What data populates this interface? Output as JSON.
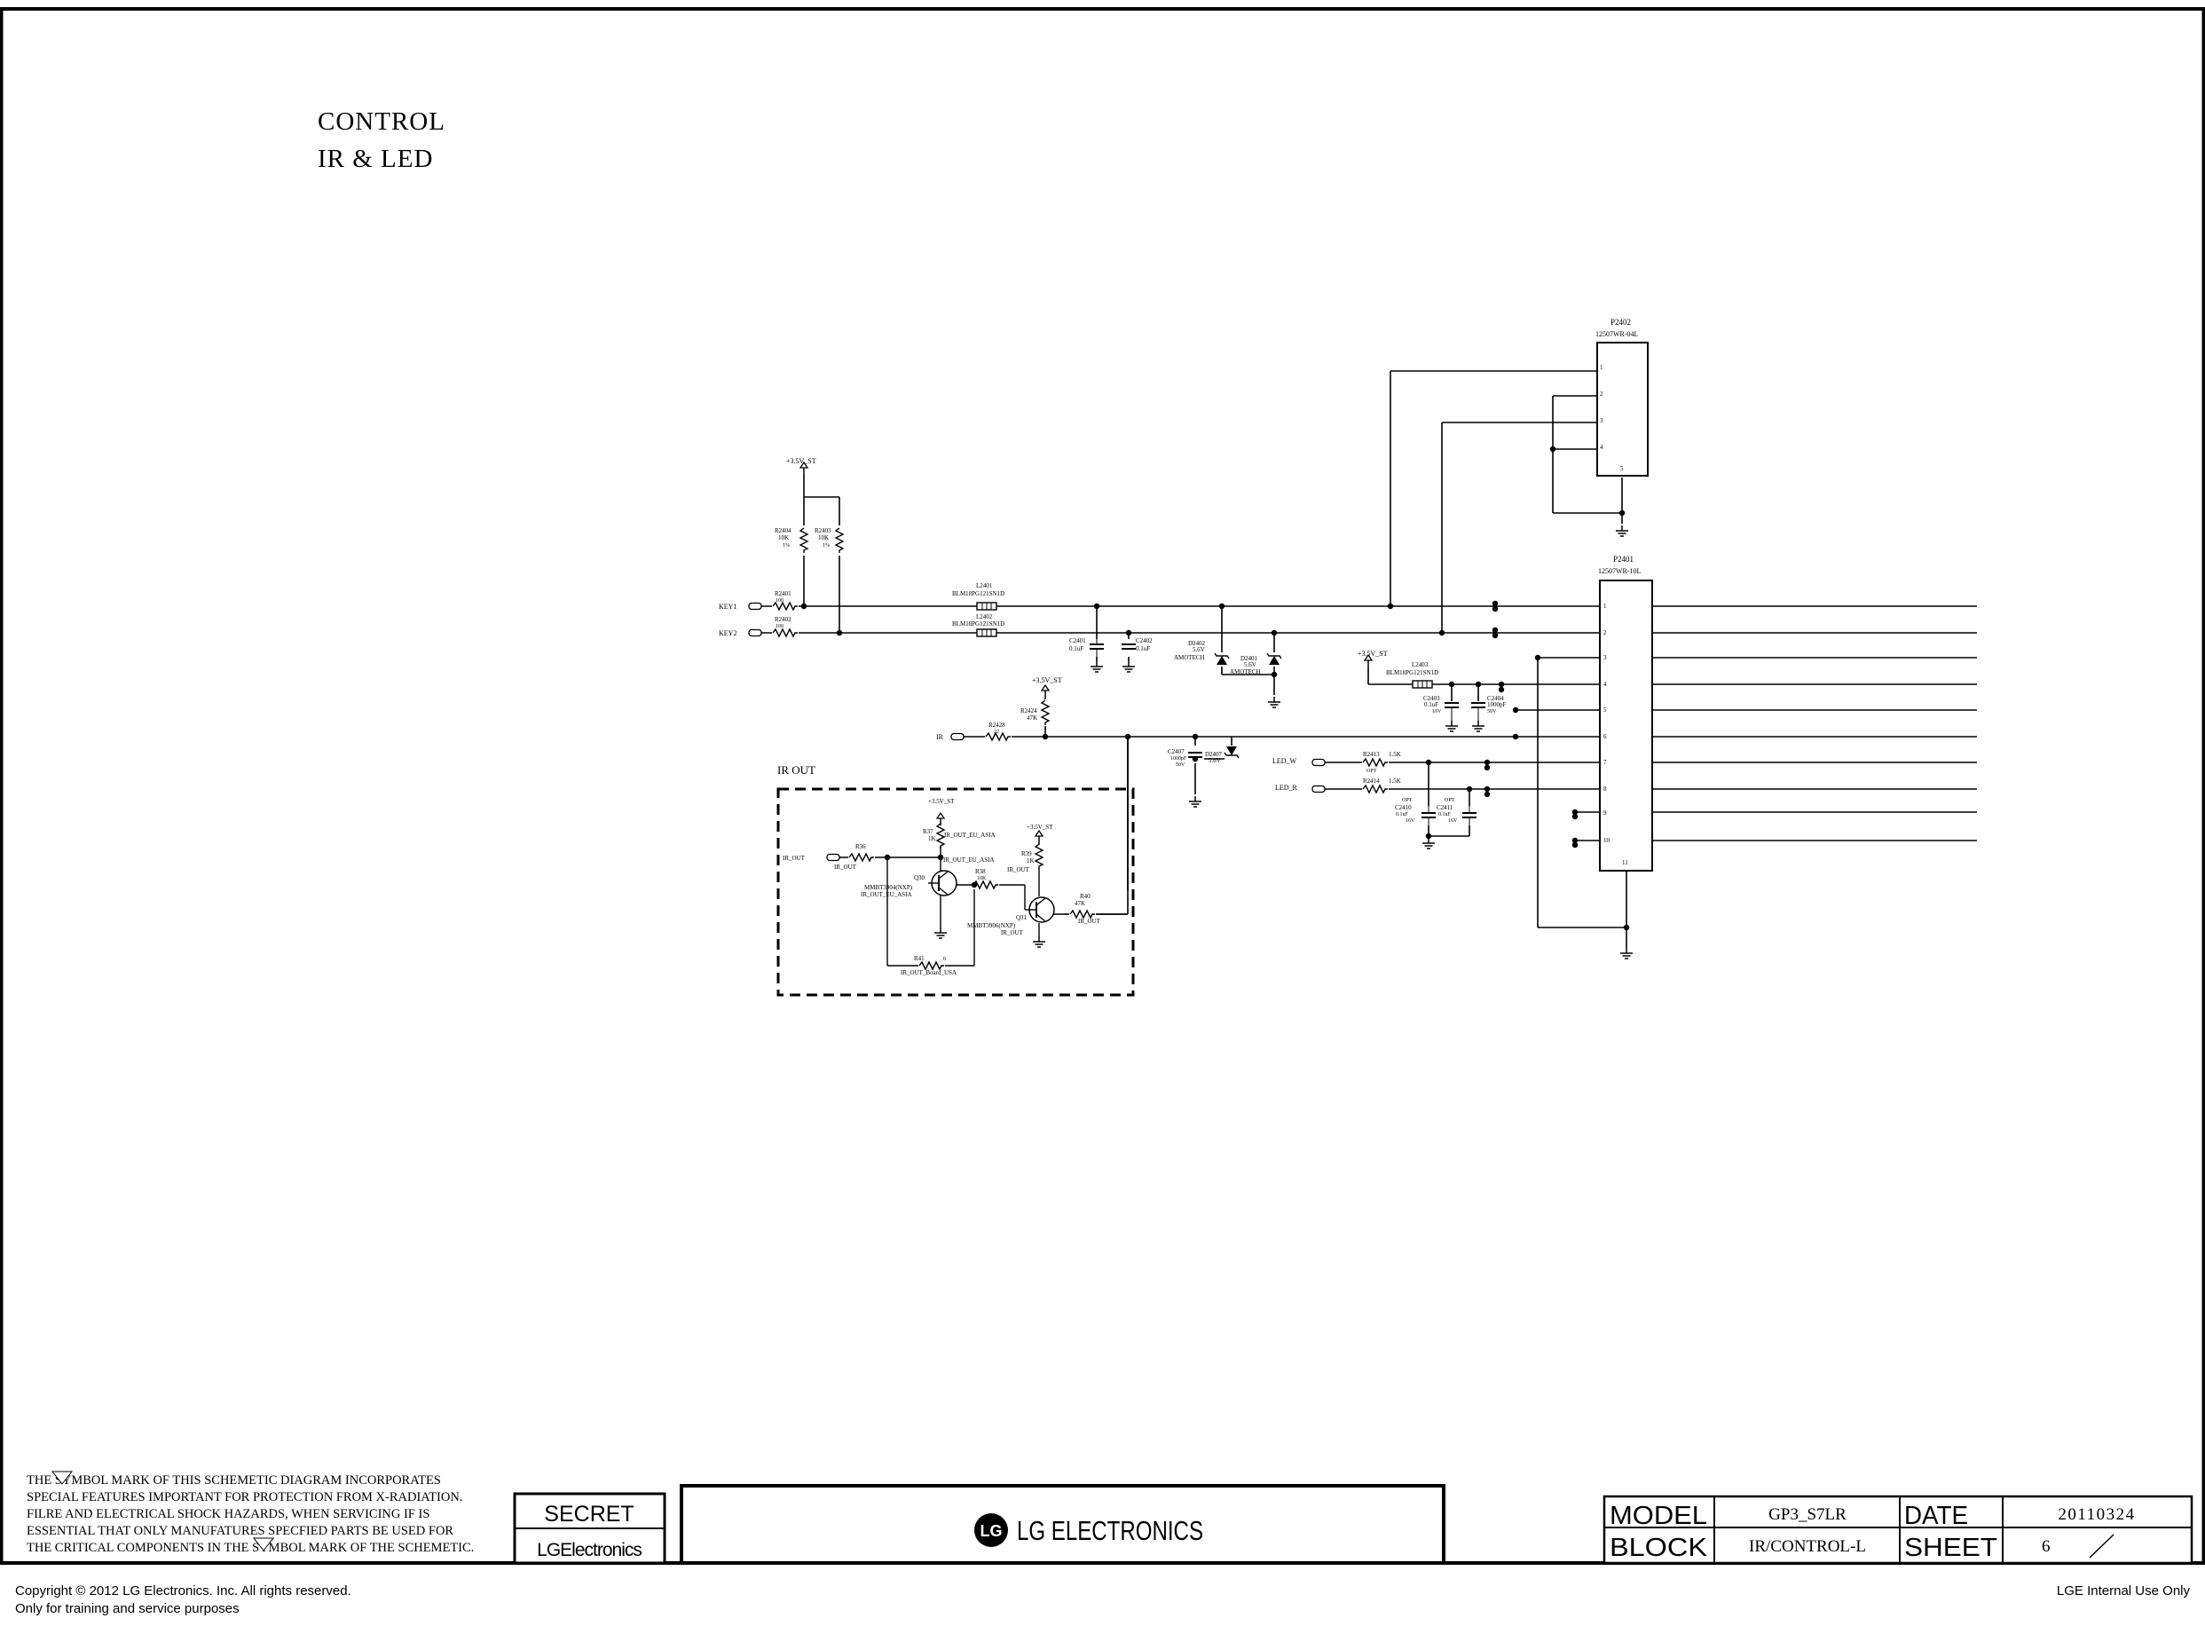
{
  "title": {
    "line1": "CONTROL",
    "line2": "IR & LED"
  },
  "section": {
    "ir_out": "IR OUT"
  },
  "connectors": {
    "p2402": {
      "ref": "P2402",
      "part": "12507WR-04L",
      "pins": [
        "1",
        "2",
        "3",
        "4",
        "5"
      ]
    },
    "p2401": {
      "ref": "P2401",
      "part": "12507WR-10L",
      "pins": [
        "1",
        "2",
        "3",
        "4",
        "5",
        "6",
        "7",
        "8",
        "9",
        "10",
        "11"
      ]
    }
  },
  "nets": {
    "v35_a": "+3.5V_ST",
    "v35_b": "+3.5V_ST",
    "v35_c": "+3.5V_ST",
    "v35_d": "+3.5V_ST",
    "v35_e": "+3.5V_ST",
    "key1": "KEY1",
    "key2": "KEY2",
    "ir": "IR",
    "led_w": "LED_W",
    "led_r": "LED_R",
    "ir_out_in": "IR_OUT"
  },
  "components": {
    "r2404": [
      "R2404",
      "10K",
      "1%"
    ],
    "r2403": [
      "R2403",
      "10K",
      "1%"
    ],
    "r2401": [
      "R2401",
      "100"
    ],
    "r2402": [
      "R2402",
      "100"
    ],
    "l2401": [
      "L2401",
      "BLM18PG121SN1D"
    ],
    "l2402": [
      "L2402",
      "BLM18PG121SN1D"
    ],
    "c2401": [
      "C2401",
      "0.1uF"
    ],
    "c2402": [
      "C2402",
      "0.1uF"
    ],
    "d2402": [
      "D2402",
      "5.6V",
      "AMOTECH"
    ],
    "d2401": [
      "D2401",
      "5.6V",
      "AMOTECH"
    ],
    "l2403": [
      "L2403",
      "BLM18PG121SN1D"
    ],
    "c2403": [
      "C2403",
      "0.1uF",
      "16V"
    ],
    "c2404": [
      "C2404",
      "1000pF",
      "50V"
    ],
    "r2428": [
      "R2428",
      "22"
    ],
    "r2424": [
      "R2424",
      "47K"
    ],
    "c2407": [
      "C2407",
      "1000pF",
      "50V"
    ],
    "d2407": [
      "D2407",
      "5.6V"
    ],
    "r2413": [
      "R2413",
      "1.5K",
      "OPT"
    ],
    "r2414": [
      "R2414",
      "1.5K"
    ],
    "c2410": [
      "OPT",
      "C2410",
      "0.1uF",
      "16V"
    ],
    "c2411": [
      "OPT",
      "C2411",
      "0.1uF",
      "16V"
    ],
    "r37": [
      "R37",
      "1K",
      "IR_OUT_EU_ASIA"
    ],
    "r36": [
      "R36",
      "IR_OUT"
    ],
    "q30": [
      "Q30",
      "MMBT3904(NXP)",
      "IR_OUT_EU_ASIA"
    ],
    "r38": [
      "IR_OUT_EU_ASIA",
      "R38",
      "10K"
    ],
    "r39": [
      "R39",
      "1K",
      "IR_OUT"
    ],
    "q31": [
      "Q31",
      "MMBT3906(NXP)",
      "IR_OUT"
    ],
    "r40": [
      "R40",
      "47K",
      "IR_OUT"
    ],
    "r41": [
      "R41",
      "0",
      "IR_OUT_Board_USA"
    ]
  },
  "notice": [
    "THE SYMBOL MARK OF THIS SCHEMETIC DIAGRAM INCORPORATES",
    "SPECIAL FEATURES IMPORTANT FOR PROTECTION FROM X-RADIATION.",
    "FILRE AND ELECTRICAL SHOCK HAZARDS, WHEN SERVICING IF IS",
    "ESSENTIAL THAT ONLY MANUFATURES SPECFIED PARTS BE USED FOR",
    "THE CRITICAL COMPONENTS IN THE SYMBOL MARK OF THE SCHEMETIC."
  ],
  "title_block": {
    "secret": "SECRET",
    "company_small": "LGElectronics",
    "company_logo_text": "LG ELECTRONICS",
    "model_label": "MODEL",
    "model_value": "GP3_S7LR",
    "date_label": "DATE",
    "date_value": "20110324",
    "block_label": "BLOCK",
    "block_value": "IR/CONTROL-L",
    "sheet_label": "SHEET",
    "sheet_value": "6"
  },
  "footer": {
    "copyright": "Copyright © 2012 LG Electronics. Inc. All rights reserved.",
    "training": "Only for training and service purposes",
    "internal": "LGE Internal Use Only"
  }
}
